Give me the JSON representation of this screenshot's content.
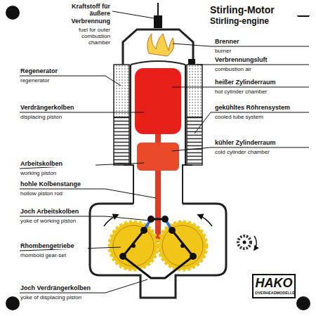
{
  "diagram": {
    "title": "Stirling-Motor",
    "labels": [
      "Stirling-engine",
      "Kraftstoff für äußere Verbrennung",
      "fuel for outer combustion chamber",
      "Brenner",
      "burner",
      "Verbrennungsluft",
      "combustion air",
      "Regenerator",
      "regenerator",
      "heißer Zylinderraum",
      "hot cylinder chamber",
      "Verdrängerkolben",
      "displacing piston",
      "gekühltes Röhrensystem",
      "cooled tube system",
      "kühler Zylinderraum",
      "cold cylinder chamber",
      "Arbeitskolben",
      "working piston",
      "hohle Kolbenstange",
      "hollow piston rod",
      "Joch Arbeitskolben",
      "yoke of working piston",
      "Rhombengetriebe",
      "rhomboid gear-set",
      "Joch Verdrängerkolben",
      "yoke of displacing piston",
      "HAKO",
      "OVERHEADMODELLE"
    ]
  }
}
